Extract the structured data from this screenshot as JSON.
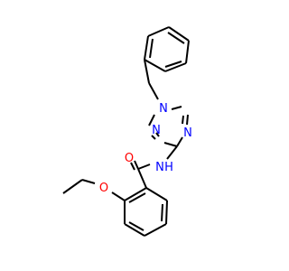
{
  "molecule": {
    "colors": {
      "bond": "#000000",
      "N": "#0000FF",
      "O": "#FF0000",
      "background": "#FFFFFF"
    },
    "atoms": {
      "N1": "N",
      "N2": "N",
      "N4": "N",
      "NH": "N",
      "H": "H",
      "O_carbonyl": "O",
      "O_ether": "O"
    }
  }
}
